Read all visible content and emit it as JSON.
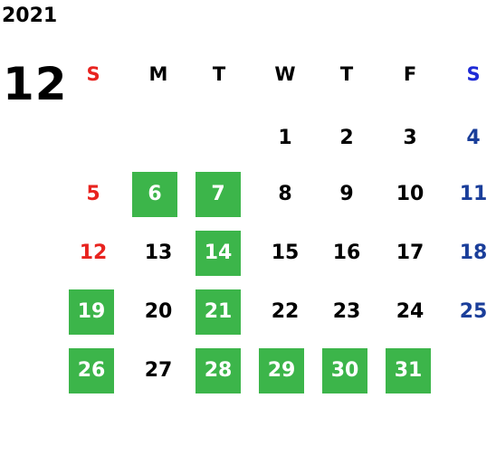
{
  "year": "2021",
  "month": "12",
  "weekday_headers": [
    "S",
    "M",
    "T",
    "W",
    "T",
    "F",
    "S"
  ],
  "weekday_colors": [
    "#e8231f",
    "#000000",
    "#000000",
    "#000000",
    "#000000",
    "#000000",
    "#1f2bd6"
  ],
  "highlight_color": "#3cb54a",
  "weeks": [
    [
      null,
      null,
      null,
      "1",
      "2",
      "3",
      "4"
    ],
    [
      "5",
      "6",
      "7",
      "8",
      "9",
      "10",
      "11"
    ],
    [
      "12",
      "13",
      "14",
      "15",
      "16",
      "17",
      "18"
    ],
    [
      "19",
      "20",
      "21",
      "22",
      "23",
      "24",
      "25"
    ],
    [
      "26",
      "27",
      "28",
      "29",
      "30",
      "31",
      null
    ]
  ],
  "highlighted_days": [
    "6",
    "7",
    "14",
    "19",
    "21",
    "26",
    "28",
    "29",
    "30",
    "31"
  ],
  "colors": {
    "sunday": "#e8231f",
    "saturday": "#1a3e9a",
    "weekday": "#000000",
    "highlighted_text": "#ffffff"
  }
}
